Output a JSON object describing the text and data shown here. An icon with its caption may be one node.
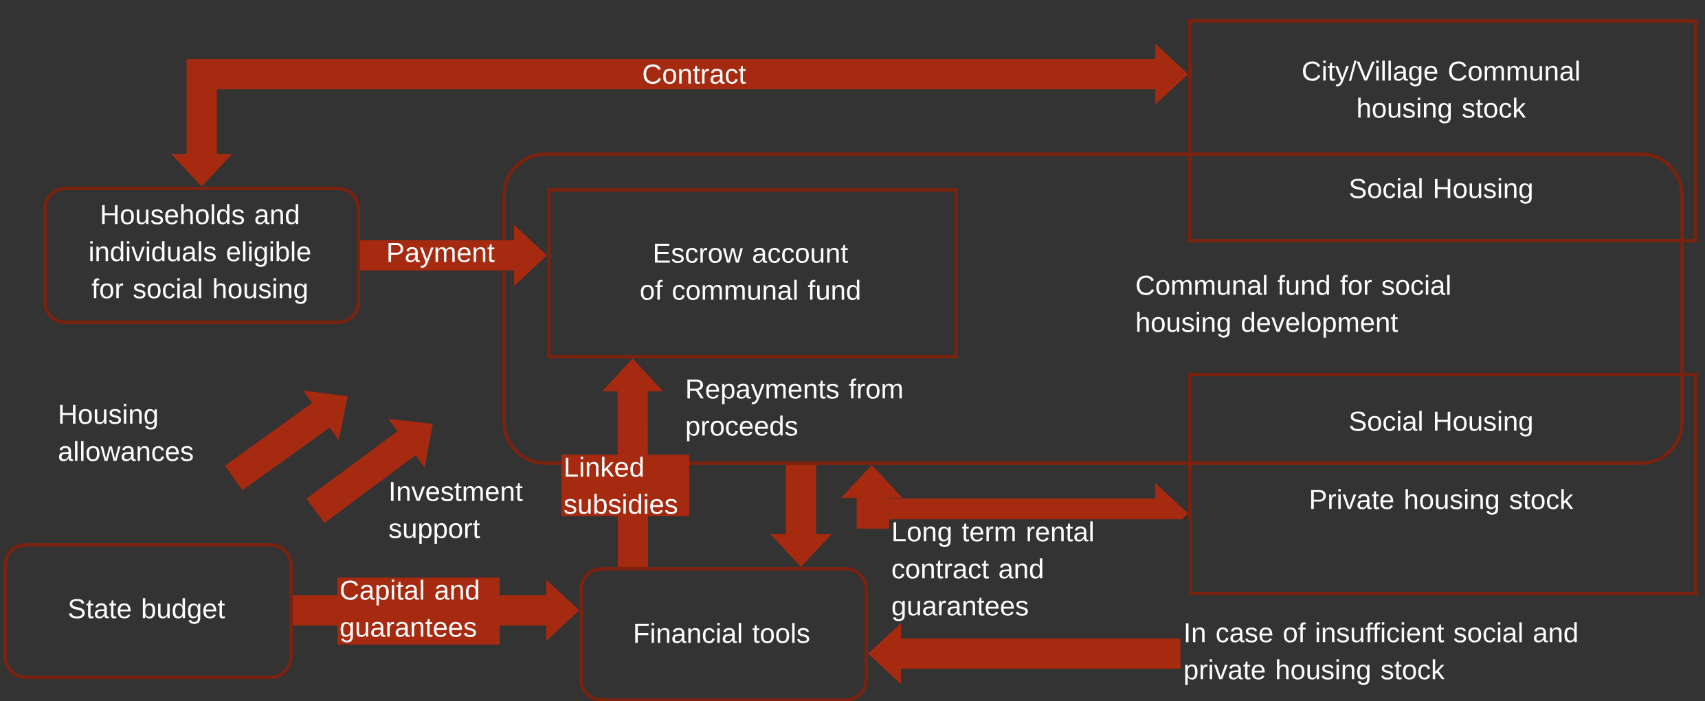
{
  "diagram": {
    "nodes": [
      {
        "text": [
          "City/Village Communal housing stock",
          "Social Housing"
        ]
      },
      {
        "text": [
          "Communal fund for social housing development"
        ]
      },
      {
        "text": [
          "Households and individuals eligible for social housing"
        ]
      },
      {
        "text": [
          "Escrow account of communal fund"
        ],
        "in": 1
      },
      {
        "text": [
          "Social Housing",
          "Private housing stock"
        ]
      },
      {
        "text": [
          "State budget"
        ]
      },
      {
        "text": [
          "Financial tools"
        ]
      },
      {
        "text": [
          "In case of insufficient social and private housing stock"
        ]
      }
    ],
    "edges": [
      {
        "from": 2,
        "to": 0,
        "arrow": "both",
        "label": "Contract"
      },
      {
        "from": 2,
        "to": 3,
        "arrow": "to",
        "label": "Payment"
      },
      {
        "from": 6,
        "to": 3,
        "arrow": "to",
        "label": "Linked subsidies"
      },
      {
        "from": 1,
        "to": 6,
        "arrow": "to",
        "label": "Repayments from proceeds"
      },
      {
        "from": 1,
        "to": 4,
        "arrow": "both",
        "label": "Long term rental contract and guarantees"
      },
      {
        "from": 5,
        "to": 6,
        "arrow": "to",
        "label": "Capital and guarantees"
      },
      {
        "from": 7,
        "to": 6,
        "arrow": "to"
      }
    ],
    "labels": [
      "Housing allowances",
      "Investment support"
    ]
  }
}
